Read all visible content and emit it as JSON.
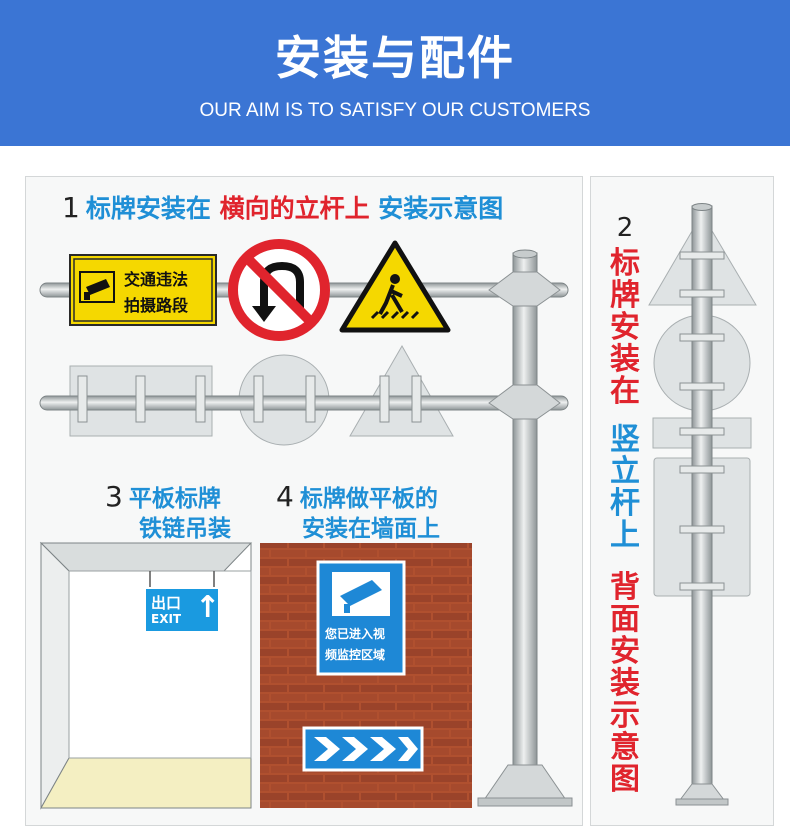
{
  "banner": {
    "title": "安装与配件",
    "subtitle": "OUR AIM IS TO SATISFY OUR CUSTOMERS",
    "color": "#3b75d4"
  },
  "section1": {
    "number": "1",
    "caption_part1": "标牌安装在",
    "caption_part2": "横向的立杆上",
    "caption_part3": "安装示意图",
    "sign_yellow_line1": "交通违法",
    "sign_yellow_line2": "拍摄路段"
  },
  "section2": {
    "number": "2",
    "chars_red_top": [
      "标",
      "牌",
      "安",
      "装",
      "在"
    ],
    "chars_blue": [
      "竖",
      "立",
      "杆",
      "上"
    ],
    "chars_red_bottom": [
      "背",
      "面",
      "安",
      "装",
      "示",
      "意",
      "图"
    ]
  },
  "section3": {
    "number": "3",
    "caption_line1": "平板标牌",
    "caption_line2": "铁链吊装",
    "exit_cn": "出口",
    "exit_en": "EXIT",
    "exit_arrow": "↑"
  },
  "section4": {
    "number": "4",
    "caption_line1": "标牌做平板的",
    "caption_line2": "安装在墙面上",
    "cctv_line1": "您已进入视",
    "cctv_line2": "频监控区域"
  },
  "colors": {
    "accent_blue": "#1f8fd6",
    "accent_red": "#e0242d",
    "sign_yellow": "#f5d800",
    "sign_blue": "#1e88d6"
  }
}
